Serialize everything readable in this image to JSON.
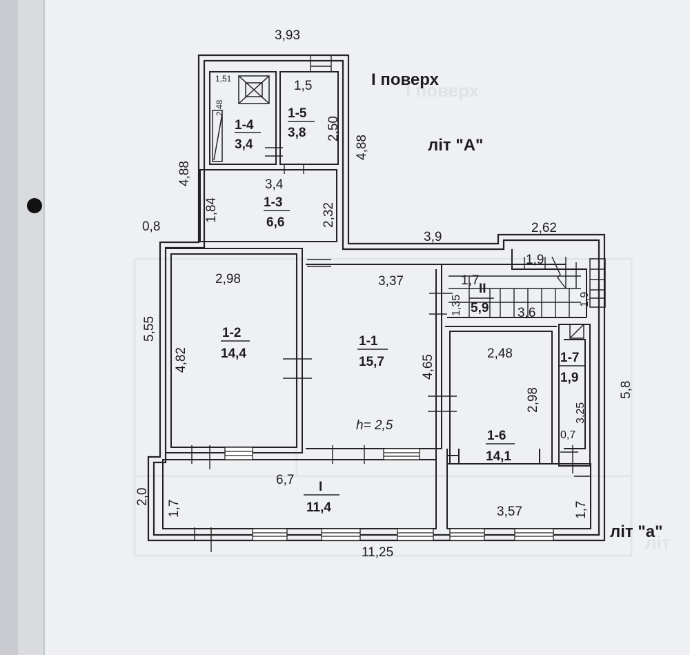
{
  "headings": {
    "floor": "I поверх",
    "liter_main": "літ \"А\"",
    "liter_annex": "літ \"а\""
  },
  "rooms": [
    {
      "id": "1-4",
      "area": "3,4"
    },
    {
      "id": "1-5",
      "area": "3,8"
    },
    {
      "id": "1-3",
      "area": "6,6"
    },
    {
      "id": "1-2",
      "area": "14,4"
    },
    {
      "id": "1-1",
      "area": "15,7"
    },
    {
      "id": "II",
      "area": "5,9"
    },
    {
      "id": "1-7",
      "area": "1,9"
    },
    {
      "id": "1-6",
      "area": "14,1"
    },
    {
      "id": "I",
      "area": "11,4"
    }
  ],
  "ceiling_height": "h= 2,5",
  "dimensions": {
    "top_width": "3,93",
    "left_upper": "4,88",
    "right_upper": "4,88",
    "offset": "0,8",
    "left_main": "5,55",
    "right_main": "5,8",
    "left_bottom": "2,0",
    "bottom_width": "11,25",
    "step_width": "3,9",
    "annex_width": "2,62",
    "r14_width": "1,51",
    "r14_depth": "2,48",
    "r15_width": "1,5",
    "r15_depth": "2,50",
    "r13_width": "3,4",
    "r13_left": "1,84",
    "r13_right": "2,32",
    "r12_width": "2,98",
    "r12_depth": "4,82",
    "r11_width": "3,37",
    "r11_depth": "4,65",
    "r16_width": "2,48",
    "r16_depth": "2,98",
    "r17_depth": "3,25",
    "r17_width": "0,7",
    "stair_width": "1,7",
    "stair_depth": "1,35",
    "stair_run": "3,6",
    "stair_top": "1,9",
    "stair_side": "1,9",
    "corr_width": "6,7",
    "corr_left": "1,7",
    "annex_room_width": "3,57",
    "annex_room_depth": "1,7"
  }
}
